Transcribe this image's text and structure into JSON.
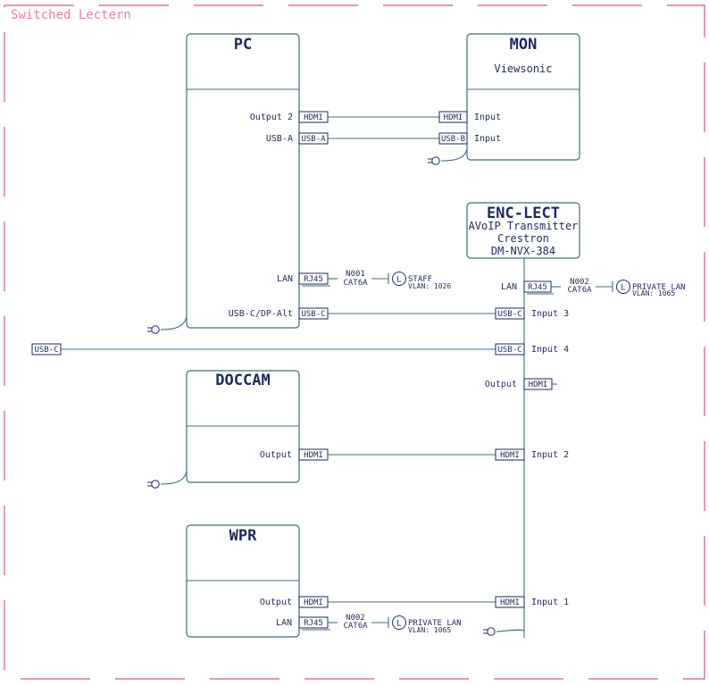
{
  "frame": {
    "title": "Switched Lectern",
    "border_color": "#d6577a"
  },
  "devices": {
    "pc": {
      "title": "PC",
      "ports": {
        "output2": {
          "label": "Output 2",
          "conn": "HDMI"
        },
        "usba": {
          "label": "USB-A",
          "conn": "USB-A"
        },
        "lan": {
          "label": "LAN",
          "conn": "RJ45",
          "cable_id": "N001",
          "cable_type": "CAT6A",
          "network": "STAFF",
          "vlan": "VLAN: 1026"
        },
        "usbc": {
          "label": "USB-C/DP-Alt",
          "conn": "USB-C"
        }
      }
    },
    "mon": {
      "title": "MON",
      "subtitle": "Viewsonic",
      "ports": {
        "hdmi_in": {
          "label": "Input",
          "conn": "HDMI"
        },
        "usbb_in": {
          "label": "Input",
          "conn": "USB-B"
        }
      }
    },
    "enc": {
      "title": "ENC-LECT",
      "line1": "AVoIP Transmitter",
      "line2": "Crestron",
      "line3": "DM-NVX-384",
      "ports": {
        "lan": {
          "label": "LAN",
          "conn": "RJ45",
          "cable_id": "N002",
          "cable_type": "CAT6A",
          "network": "PRIVATE LAN",
          "vlan": "VLAN: 1065"
        },
        "input3": {
          "label": "Input 3",
          "conn": "USB-C"
        },
        "input4": {
          "label": "Input 4",
          "conn": "USB-C"
        },
        "output": {
          "label": "Output",
          "conn": "HDMI"
        },
        "input2": {
          "label": "Input 2",
          "conn": "HDMI"
        },
        "input1": {
          "label": "Input 1",
          "conn": "HDMI"
        }
      }
    },
    "doccam": {
      "title": "DOCCAM",
      "ports": {
        "output": {
          "label": "Output",
          "conn": "HDMI"
        }
      }
    },
    "wpr": {
      "title": "WPR",
      "ports": {
        "output": {
          "label": "Output",
          "conn": "HDMI"
        },
        "lan": {
          "label": "LAN",
          "conn": "RJ45",
          "cable_id": "N002",
          "cable_type": "CAT6A",
          "network": "PRIVATE LAN",
          "vlan": "VLAN: 1065"
        }
      }
    }
  },
  "loose_connector": {
    "conn": "USB-C"
  },
  "colors": {
    "line": "#3d6f7a",
    "text": "#1f2a5c",
    "frame": "#d6577a"
  }
}
